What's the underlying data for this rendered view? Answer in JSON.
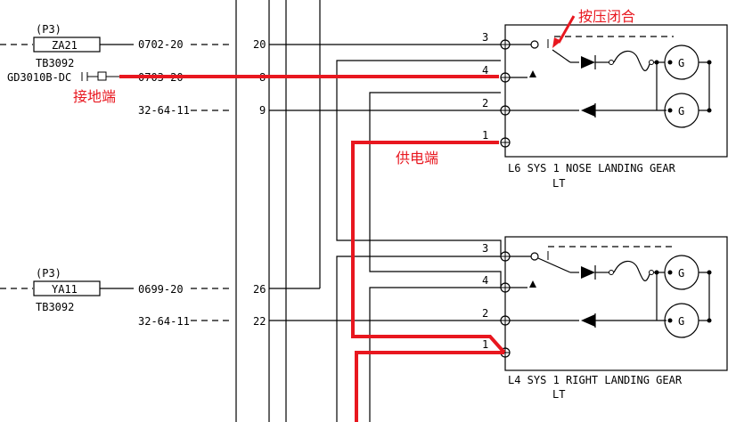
{
  "left": {
    "p3_top": "(P3)",
    "za21": "ZA21",
    "tb_top": "TB3092",
    "ground_label": "GD3010B-DC",
    "wire_0702": "0702-20",
    "wire_0703": "0703-20",
    "wire_3264_top": "32-64-11",
    "p3_bottom": "(P3)",
    "ya11": "YA11",
    "tb_bottom": "TB3092",
    "wire_0699": "0699-20",
    "wire_3264_bottom": "32-64-11"
  },
  "pins": {
    "p20": "20",
    "p8": "8",
    "p9": "9",
    "p26": "26",
    "p22": "22"
  },
  "connectors": {
    "top": [
      "3",
      "4",
      "2",
      "1"
    ],
    "bottom": [
      "3",
      "4",
      "2",
      "1"
    ]
  },
  "boxes": {
    "top_line1": "L6  SYS 1 NOSE LANDING GEAR",
    "top_line2": "LT",
    "bottom_line1": "L4  SYS 1 RIGHT LANDING GEAR",
    "bottom_line2": "LT",
    "switch_mark": "1",
    "lamp": "G"
  },
  "annotations": {
    "press_close": "按压闭合",
    "ground_end": "接地端",
    "supply_end": "供电端",
    "color": "#e8171f"
  }
}
